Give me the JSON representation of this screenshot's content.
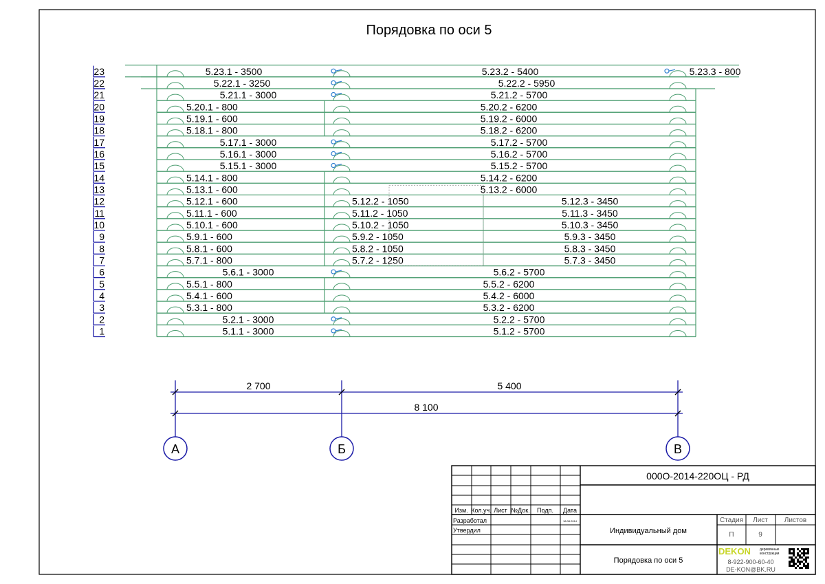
{
  "drawing": {
    "title": "Порядовка по оси 5",
    "colors": {
      "log": "#4e9e72",
      "dimension": "#1a1aa6",
      "dowel": "#2f7fd1",
      "row_number": "#1a1aa6"
    },
    "rows": [
      {
        "n": "1",
        "logs": [
          {
            "label": "5.1.1 - 3000"
          },
          {
            "label": "5.1.2 - 5700"
          }
        ]
      },
      {
        "n": "2",
        "logs": [
          {
            "label": "5.2.1 - 3000"
          },
          {
            "label": "5.2.2 - 5700"
          }
        ]
      },
      {
        "n": "3",
        "logs": [
          {
            "label": "5.3.1 - 800"
          },
          {
            "label": "5.3.2 - 6200"
          }
        ]
      },
      {
        "n": "4",
        "logs": [
          {
            "label": "5.4.1 - 600"
          },
          {
            "label": "5.4.2 - 6000"
          }
        ]
      },
      {
        "n": "5",
        "logs": [
          {
            "label": "5.5.1 - 800"
          },
          {
            "label": "5.5.2 - 6200"
          }
        ]
      },
      {
        "n": "6",
        "logs": [
          {
            "label": "5.6.1 - 3000"
          },
          {
            "label": "5.6.2 - 5700"
          }
        ]
      },
      {
        "n": "7",
        "logs": [
          {
            "label": "5.7.1 - 800"
          },
          {
            "label": "5.7.2 - 1250"
          },
          {
            "label": "5.7.3 - 3450"
          }
        ]
      },
      {
        "n": "8",
        "logs": [
          {
            "label": "5.8.1 - 600"
          },
          {
            "label": "5.8.2 - 1050"
          },
          {
            "label": "5.8.3 - 3450"
          }
        ]
      },
      {
        "n": "9",
        "logs": [
          {
            "label": "5.9.1 - 600"
          },
          {
            "label": "5.9.2 - 1050"
          },
          {
            "label": "5.9.3 - 3450"
          }
        ]
      },
      {
        "n": "10",
        "logs": [
          {
            "label": "5.10.1 - 600"
          },
          {
            "label": "5.10.2 - 1050"
          },
          {
            "label": "5.10.3 - 3450"
          }
        ]
      },
      {
        "n": "11",
        "logs": [
          {
            "label": "5.11.1 - 600"
          },
          {
            "label": "5.11.2 - 1050"
          },
          {
            "label": "5.11.3 - 3450"
          }
        ]
      },
      {
        "n": "12",
        "logs": [
          {
            "label": "5.12.1 - 600"
          },
          {
            "label": "5.12.2 - 1050"
          },
          {
            "label": "5.12.3 - 3450"
          }
        ]
      },
      {
        "n": "13",
        "logs": [
          {
            "label": "5.13.1 - 600"
          },
          {
            "label": "5.13.2 - 6000"
          }
        ]
      },
      {
        "n": "14",
        "logs": [
          {
            "label": "5.14.1 - 800"
          },
          {
            "label": "5.14.2 - 6200"
          }
        ]
      },
      {
        "n": "15",
        "logs": [
          {
            "label": "5.15.1 - 3000"
          },
          {
            "label": "5.15.2 - 5700"
          }
        ]
      },
      {
        "n": "16",
        "logs": [
          {
            "label": "5.16.1 - 3000"
          },
          {
            "label": "5.16.2 - 5700"
          }
        ]
      },
      {
        "n": "17",
        "logs": [
          {
            "label": "5.17.1 - 3000"
          },
          {
            "label": "5.17.2 - 5700"
          }
        ]
      },
      {
        "n": "18",
        "logs": [
          {
            "label": "5.18.1 - 800"
          },
          {
            "label": "5.18.2 - 6200"
          }
        ]
      },
      {
        "n": "19",
        "logs": [
          {
            "label": "5.19.1 - 600"
          },
          {
            "label": "5.19.2 - 6000"
          }
        ]
      },
      {
        "n": "20",
        "logs": [
          {
            "label": "5.20.1 - 800"
          },
          {
            "label": "5.20.2 - 6200"
          }
        ]
      },
      {
        "n": "21",
        "logs": [
          {
            "label": "5.21.1 - 3000"
          },
          {
            "label": "5.21.2 - 5700"
          }
        ]
      },
      {
        "n": "22",
        "logs": [
          {
            "label": "5.22.1 - 3250"
          },
          {
            "label": "5.22.2 - 5950"
          }
        ]
      },
      {
        "n": "23",
        "logs": [
          {
            "label": "5.23.1 - 3500"
          },
          {
            "label": "5.23.2 - 5400"
          },
          {
            "label": "5.23.3 - 800"
          }
        ]
      }
    ],
    "dimensions": {
      "segments": [
        {
          "label": "2 700"
        },
        {
          "label": "5 400"
        }
      ],
      "total": {
        "label": "8 100"
      }
    },
    "axes": [
      {
        "label": "А"
      },
      {
        "label": "Б"
      },
      {
        "label": "В"
      }
    ]
  },
  "title_block": {
    "doc_code": "000О-2014-220ОЦ - РД",
    "headers": [
      "Изм.",
      "Кол.уч.",
      "Лист",
      "№Док.",
      "Подп.",
      "Дата"
    ],
    "roles": [
      "Разработал",
      "Утвердил"
    ],
    "date": "18.08.2014",
    "project": "Индивидуальный дом",
    "sheet_title": "Порядовка по оси 5",
    "stage_header": "Стадия",
    "sheet_header": "Лист",
    "sheets_header": "Листов",
    "stage": "П",
    "sheet_number": "9",
    "sheets_total": "",
    "company": {
      "logo": "DEKON",
      "tagline_1": "деревянные",
      "tagline_2": "конструкции",
      "phone": "8-922-900-60-40",
      "email": "DE-KON@BK.RU"
    }
  }
}
